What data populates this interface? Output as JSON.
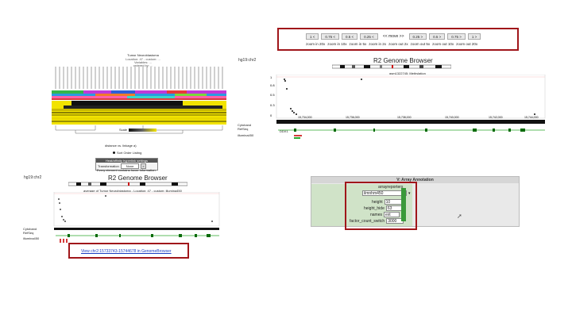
{
  "navigation": {
    "move_buttons": [
      "1 <",
      "0.75 <",
      "0.5 <",
      "0.25 <"
    ],
    "move_label": "<< move >>",
    "move_buttons_right": [
      "0.25 >",
      "0.5 >",
      "0.75 >",
      "1 >"
    ],
    "zoom_labels": [
      "zoom in 20x",
      "zoom in 10x",
      "zoom in 5x",
      "zoom in 2x",
      "zoom out 2x",
      "zoom out 5x",
      "zoom out 10x",
      "zoom out 20x"
    ]
  },
  "heatmap": {
    "title": "Tumor Neuroblastoma",
    "subtitle_lines": [
      "Location: 47 - custom: ...",
      "Variables: ...",
      "ordered by: ..."
    ],
    "legend_label": "Scale",
    "sort_label": "Sort Order Listing",
    "settings_title": "Heat/affinity hyperlink settings",
    "transformation_label": "Transformation",
    "transformation_value": "None",
    "hint_text": "Every element contains hover information",
    "distance_text": "distance vs. linkage a)"
  },
  "browser_top": {
    "chrom": "hg19:chr2",
    "title": "R2 Genome Browser",
    "track_title": "gsm1322745: Methylation",
    "positions": [
      "15,734,000",
      "15,736,000",
      "15,738,000",
      "15,740,000",
      "15,742,000",
      "15,744,000"
    ],
    "track_labels": [
      "Cytoband",
      "RefSeq",
      "illumina450"
    ],
    "gene_label": "DDX1"
  },
  "browser_bottom": {
    "chrom": "hg19:chr2",
    "title": "R2 Genome Browser",
    "track_title": "average of Tumor Neuroblastoma - Location: 47 - custom: illumina450",
    "track_labels": [
      "Cytoband",
      "RefSeq",
      "illumina450"
    ],
    "link_text": "View chr2:15733743-15744678 in GenomeBrowser"
  },
  "array_annotation": {
    "header": "V: Array Annotation",
    "arrayreporters_label": "arrayreporters",
    "arrayreporters_value": "ilmnhm450",
    "fields": [
      {
        "label": "height",
        "value": "10"
      },
      {
        "label": "height_hide",
        "value": "63"
      },
      {
        "label": "names",
        "value": "ext"
      },
      {
        "label": "factor_count_switch",
        "value": "3000"
      }
    ]
  },
  "colors": {
    "highlight_box": "#a0161a",
    "link": "#1a3fc4",
    "heat_yellow": "#f2e300",
    "heat_black": "#111111"
  }
}
